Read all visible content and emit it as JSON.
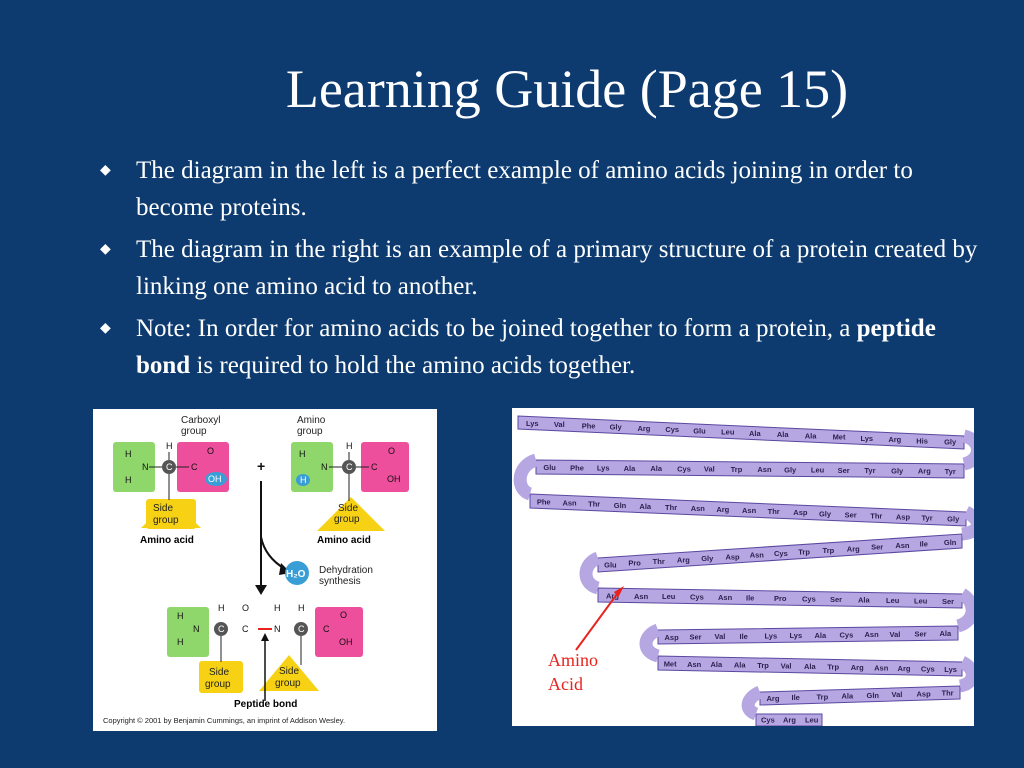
{
  "slide": {
    "title": "Learning Guide (Page 15)",
    "bullets": [
      {
        "text_parts": [
          "The diagram in the left is a perfect example of amino acids joining in order to become proteins."
        ]
      },
      {
        "text_parts": [
          "The diagram in the right is an example of a primary structure of a protein created by linking one amino acid to another."
        ]
      },
      {
        "before": "Note: In order for amino acids to be joined together to form a protein, a ",
        "bold": "peptide bond",
        "after": " is required to hold the amino acids together."
      }
    ],
    "bullet_icon": "diamond-bullet-icon"
  },
  "left_diagram": {
    "carboxyl_group": "Carboxyl\ngroup",
    "amino_group": "Amino\ngroup",
    "side_group": "Side\ngroup",
    "amino_acid": "Amino acid",
    "plus": "+",
    "oh": "OH",
    "h": "H",
    "h2o": "H₂O",
    "dehydration": "Dehydration\nsynthesis",
    "peptide_bond": "Peptide bond",
    "copyright": "Copyright © 2001 by Benjamin Cummings, an imprint of Addison Wesley.",
    "atoms": {
      "n": "N",
      "c": "C",
      "o": "O",
      "h": "H",
      "c_bond": "C"
    }
  },
  "right_diagram": {
    "amino_acid_label_1": "Amino",
    "amino_acid_label_2": "Acid",
    "rows": [
      [
        "Lys",
        "Val",
        "Phe",
        "Gly",
        "Arg",
        "Cys",
        "Glu",
        "Leu",
        "Ala",
        "Ala",
        "Ala",
        "Met",
        "Lys",
        "Arg",
        "His",
        "Gly"
      ],
      [
        "Glu",
        "Phe",
        "Lys",
        "Ala",
        "Ala",
        "Cys",
        "Val",
        "Trp",
        "Asn",
        "Gly",
        "Leu",
        "Ser",
        "Tyr",
        "Gly",
        "Arg",
        "Tyr"
      ],
      [
        "Phe",
        "Asn",
        "Thr",
        "Gln",
        "Ala",
        "Thr",
        "Asn",
        "Arg",
        "Asn",
        "Thr",
        "Asp",
        "Gly",
        "Ser",
        "Thr",
        "Asp",
        "Tyr",
        "Gly"
      ],
      [
        "Glu",
        "Pro",
        "Thr",
        "Arg",
        "Gly",
        "Asp",
        "Asn",
        "Cys",
        "Trp",
        "Trp",
        "Arg",
        "Ser",
        "Asn",
        "Ile",
        "Gln"
      ],
      [
        "Arg",
        "Asn",
        "Leu",
        "Cys",
        "Asn",
        "Ile",
        "Pro",
        "Cys",
        "Ser",
        "Ala",
        "Leu",
        "Leu",
        "Ser"
      ],
      [
        "Asp",
        "Ser",
        "Val",
        "Ile",
        "Lys",
        "Lys",
        "Ala",
        "Cys",
        "Asn",
        "Val",
        "Ser",
        "Ala"
      ],
      [
        "Met",
        "Asn",
        "Ala",
        "Ala",
        "Trp",
        "Val",
        "Ala",
        "Trp",
        "Arg",
        "Asn",
        "Arg",
        "Cys",
        "Lys"
      ],
      [
        "Arg",
        "Ile",
        "Trp",
        "Ala",
        "Gln",
        "Val",
        "Asp",
        "Thr"
      ],
      [
        "Cys",
        "Arg",
        "Leu"
      ]
    ]
  },
  "colors": {
    "background": "#0d3b6f",
    "ribbon_fill": "#b6a6e2",
    "ribbon_stroke": "#5a48a0",
    "amino_green": "#8fd66b",
    "carboxyl_pink": "#ee4f9c",
    "side_yellow": "#f7d214",
    "h2o_blue": "#3a9ed6",
    "label_red": "#e8231e"
  }
}
